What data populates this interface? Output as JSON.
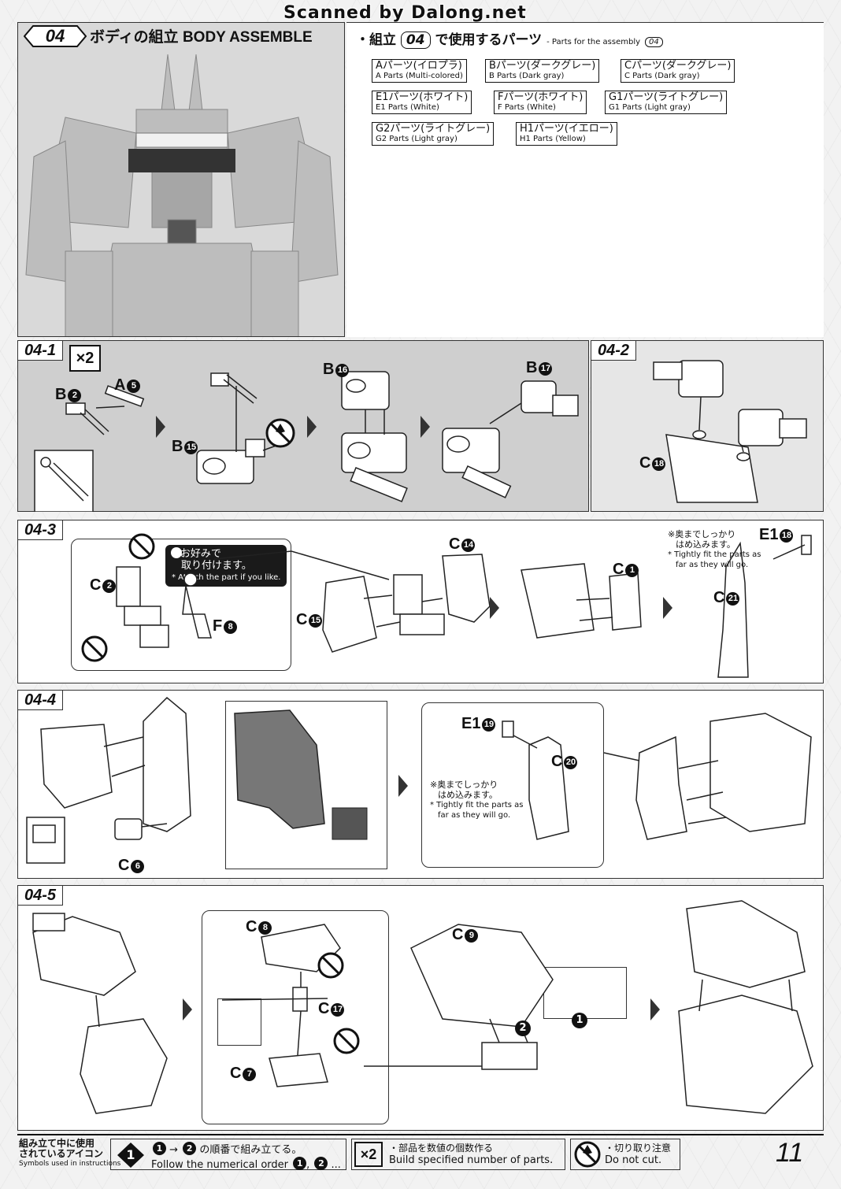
{
  "watermark": "Scanned by Dalong.net",
  "header": {
    "step_no": "04",
    "title_jp": "ボディの組立",
    "title_en": "BODY ASSEMBLE"
  },
  "parts_section": {
    "bullet": "・組立",
    "step_ref": "04",
    "label_jp": "で使用するパーツ",
    "label_en": "- Parts for the assembly",
    "parts": [
      {
        "jp": "Aパーツ(イロプラ)",
        "en": "A Parts (Multi-colored)"
      },
      {
        "jp": "Bパーツ(ダークグレー)",
        "en": "B Parts (Dark gray)"
      },
      {
        "jp": "Cパーツ(ダークグレー)",
        "en": "C Parts (Dark gray)"
      },
      {
        "jp": "E1パーツ(ホワイト)",
        "en": "E1 Parts (White)"
      },
      {
        "jp": "Fパーツ(ホワイト)",
        "en": "F Parts (White)"
      },
      {
        "jp": "G1パーツ(ライトグレー)",
        "en": "G1 Parts (Light gray)"
      },
      {
        "jp": "G2パーツ(ライトグレー)",
        "en": "G2 Parts (Light gray)"
      },
      {
        "jp": "H1パーツ(イエロー)",
        "en": "H1 Parts (Yellow)"
      }
    ]
  },
  "steps": {
    "s1": {
      "label": "04-1",
      "multiplier": "×2",
      "parts": {
        "b2": {
          "l": "B",
          "n": "2"
        },
        "a5": {
          "l": "A",
          "n": "5"
        },
        "b15": {
          "l": "B",
          "n": "15"
        },
        "b16": {
          "l": "B",
          "n": "16"
        },
        "b17": {
          "l": "B",
          "n": "17"
        }
      }
    },
    "s2": {
      "label": "04-2",
      "parts": {
        "c18": {
          "l": "C",
          "n": "18"
        }
      }
    },
    "s3": {
      "label": "04-3",
      "callout_jp1": "※お好みで",
      "callout_jp2": "取り付けます。",
      "callout_en": "* Attach the part if you like.",
      "note_jp1": "※奥までしっかり",
      "note_jp2": "はめ込みます。",
      "note_en1": "* Tightly fit the parts as",
      "note_en2": "far as they will go.",
      "parts": {
        "c2": {
          "l": "C",
          "n": "2"
        },
        "f8": {
          "l": "F",
          "n": "8"
        },
        "c14": {
          "l": "C",
          "n": "14"
        },
        "c15": {
          "l": "C",
          "n": "15"
        },
        "c1": {
          "l": "C",
          "n": "1"
        },
        "e18": {
          "l": "E1",
          "n": "18"
        },
        "c21": {
          "l": "C",
          "n": "21"
        }
      }
    },
    "s4": {
      "label": "04-4",
      "note_jp1": "※奥までしっかり",
      "note_jp2": "はめ込みます。",
      "note_en1": "* Tightly fit the parts as",
      "note_en2": "far as they will go.",
      "parts": {
        "c6": {
          "l": "C",
          "n": "6"
        },
        "e19": {
          "l": "E1",
          "n": "19"
        },
        "c20": {
          "l": "C",
          "n": "20"
        }
      }
    },
    "s5": {
      "label": "04-5",
      "parts": {
        "c8": {
          "l": "C",
          "n": "8"
        },
        "c17": {
          "l": "C",
          "n": "17"
        },
        "c7": {
          "l": "C",
          "n": "7"
        },
        "c9": {
          "l": "C",
          "n": "9"
        }
      },
      "order1": "1",
      "order2": "2"
    }
  },
  "legend": {
    "title_jp1": "組み立て中に使用",
    "title_jp2": "されているアイコン",
    "title_en": "Symbols used in instructions",
    "order_jp": "の順番で組み立てる。",
    "order_en": "Follow the numerical order",
    "order_icon": "1",
    "mult_icon": "×2",
    "mult_jp": "・部品を数値の個数作る",
    "mult_en": "Build specified number of parts.",
    "nocut_jp": "・切り取り注意",
    "nocut_en": "Do not cut."
  },
  "page_number": "11"
}
